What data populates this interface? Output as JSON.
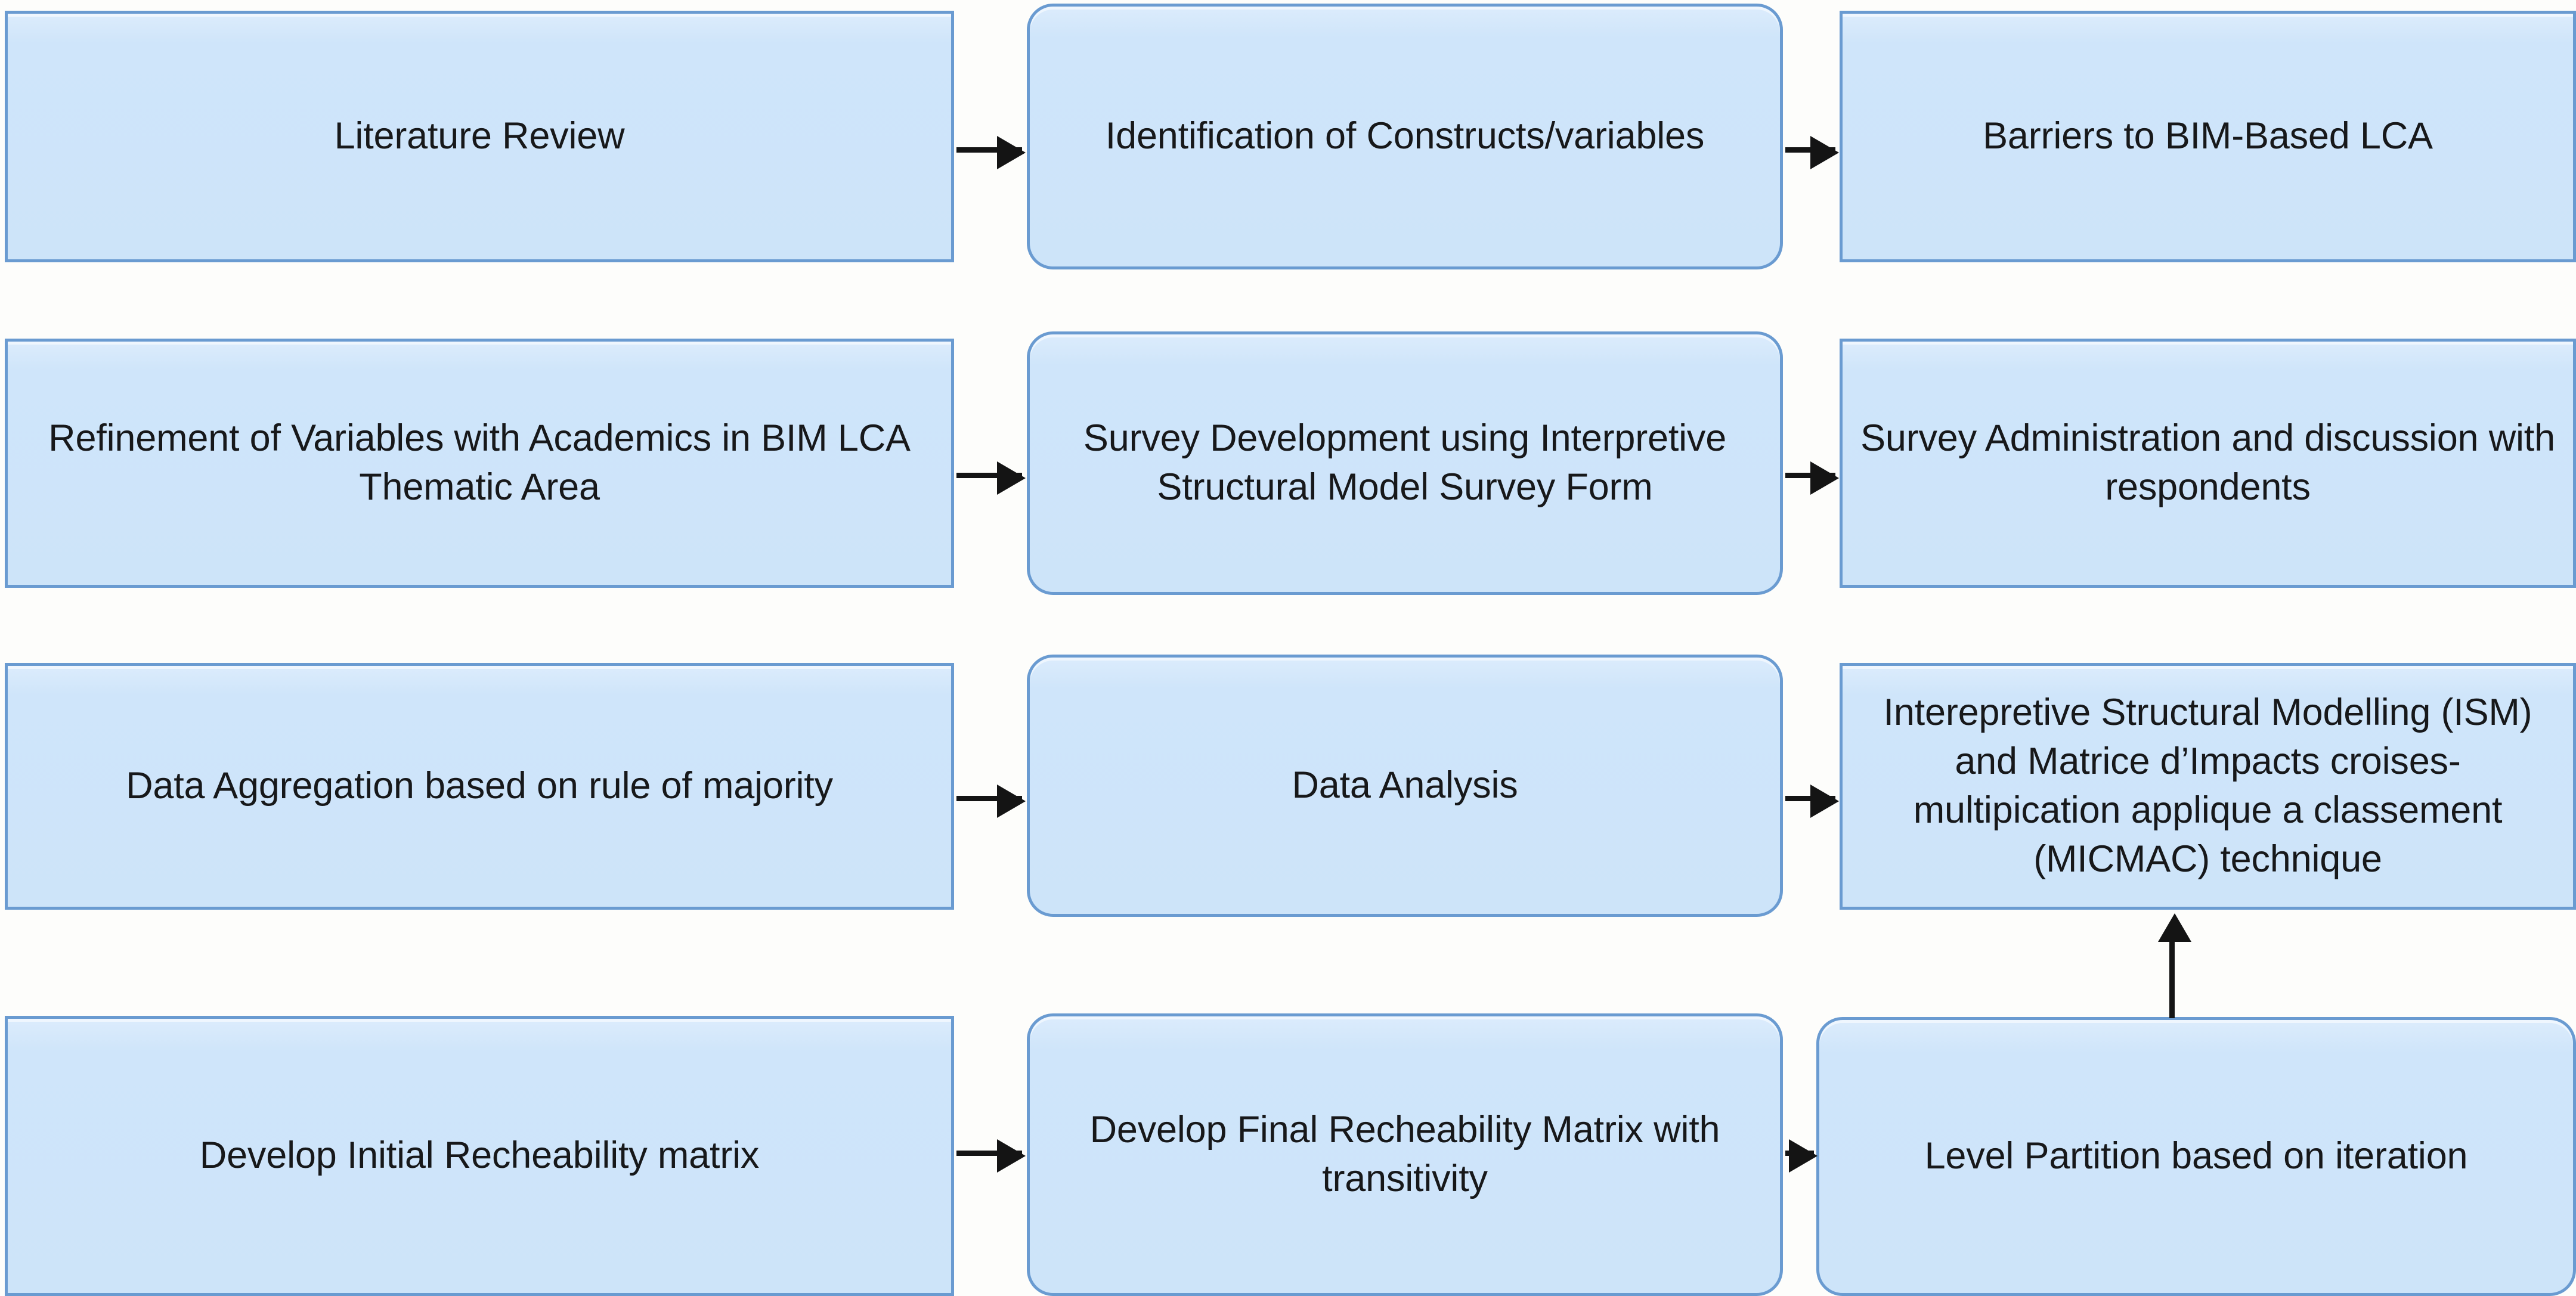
{
  "diagram": {
    "title": "BIM-Based LCA ISM Research Methodology Flowchart",
    "colors": {
      "node_fill": "#cde4f9",
      "node_border": "#6a9bd1",
      "arrow": "#141414",
      "background": "#fdfdfb",
      "text": "#17181a"
    },
    "nodes": [
      {
        "id": "n1",
        "row": 1,
        "col": 1,
        "shape": "rectangle",
        "label": "Literature Review"
      },
      {
        "id": "n2",
        "row": 1,
        "col": 2,
        "shape": "rounded-rectangle",
        "label": "Identification of Constructs/variables"
      },
      {
        "id": "n3",
        "row": 1,
        "col": 3,
        "shape": "rectangle",
        "label": "Barriers to BIM-Based LCA"
      },
      {
        "id": "n4",
        "row": 2,
        "col": 1,
        "shape": "rectangle",
        "label": "Refinement of Variables with Academics in BIM LCA Thematic Area"
      },
      {
        "id": "n5",
        "row": 2,
        "col": 2,
        "shape": "rounded-rectangle",
        "label": "Survey Development using Interpretive Structural Model Survey Form"
      },
      {
        "id": "n6",
        "row": 2,
        "col": 3,
        "shape": "rectangle",
        "label": "Survey Administration and discussion with respondents"
      },
      {
        "id": "n7",
        "row": 3,
        "col": 1,
        "shape": "rectangle",
        "label": "Data Aggregation based on rule of majority"
      },
      {
        "id": "n8",
        "row": 3,
        "col": 2,
        "shape": "rounded-rectangle",
        "label": "Data Analysis"
      },
      {
        "id": "n9",
        "row": 3,
        "col": 3,
        "shape": "rectangle",
        "label": "Interepretive Structural Modelling (ISM) and Matrice d’Impacts croises-multipication applique a classement (MICMAC) technique"
      },
      {
        "id": "n10",
        "row": 4,
        "col": 1,
        "shape": "rectangle",
        "label": "Develop Initial Recheability matrix"
      },
      {
        "id": "n11",
        "row": 4,
        "col": 2,
        "shape": "rounded-rectangle",
        "label": "Develop Final Recheability Matrix with transitivity"
      },
      {
        "id": "n12",
        "row": 4,
        "col": 3,
        "shape": "rounded-rectangle",
        "label": "Level Partition based on iteration"
      }
    ],
    "edges": [
      {
        "id": "e1",
        "from": "n1",
        "to": "n2",
        "direction": "right"
      },
      {
        "id": "e2",
        "from": "n2",
        "to": "n3",
        "direction": "right"
      },
      {
        "id": "e3",
        "from": "n4",
        "to": "n5",
        "direction": "right"
      },
      {
        "id": "e4",
        "from": "n5",
        "to": "n6",
        "direction": "right"
      },
      {
        "id": "e5",
        "from": "n7",
        "to": "n8",
        "direction": "right"
      },
      {
        "id": "e6",
        "from": "n8",
        "to": "n9",
        "direction": "right"
      },
      {
        "id": "e7",
        "from": "n10",
        "to": "n11",
        "direction": "right"
      },
      {
        "id": "e8",
        "from": "n11",
        "to": "n12",
        "direction": "right"
      },
      {
        "id": "e9",
        "from": "n12",
        "to": "n9",
        "direction": "up"
      }
    ]
  }
}
